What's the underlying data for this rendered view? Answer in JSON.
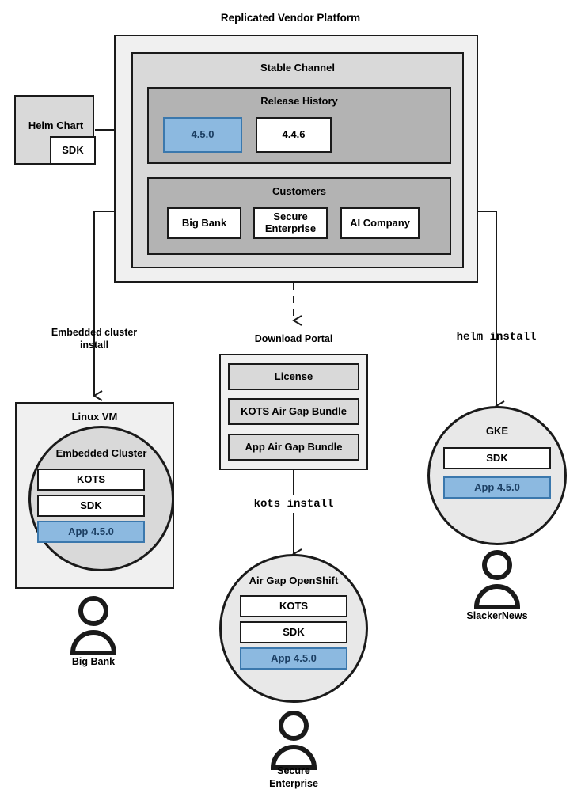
{
  "diagram": {
    "title": "Replicated Vendor Platform",
    "colors": {
      "accent_blue_fill": "#8cb9e0",
      "accent_blue_border": "#3b78ad",
      "accent_blue_text": "#1c3f63",
      "level1_grey": "#f0f0f0",
      "level2_grey": "#d9d9d9",
      "level3_grey": "#b3b3b3",
      "outline": "#1a1a1a",
      "white": "#ffffff"
    }
  },
  "helm_chart": {
    "title": "Helm Chart",
    "nested": "SDK"
  },
  "platform": {
    "channel": {
      "title": "Stable Channel",
      "release_history": {
        "title": "Release History",
        "releases": [
          {
            "version": "4.5.0",
            "highlighted": true
          },
          {
            "version": "4.4.6",
            "highlighted": false
          }
        ]
      },
      "customers": {
        "title": "Customers",
        "items": [
          {
            "name": "Big Bank"
          },
          {
            "name": "Secure\nEnterprise"
          },
          {
            "name": "AI Company"
          }
        ]
      }
    }
  },
  "flows": {
    "embedded_cluster_install": "Embedded cluster\ninstall",
    "download_portal": "Download Portal",
    "kots_install": "kots install",
    "helm_install": "helm install"
  },
  "linux_vm": {
    "title": "Linux VM",
    "cluster_title": "Embedded Cluster",
    "components": [
      {
        "label": "KOTS",
        "highlighted": false
      },
      {
        "label": "SDK",
        "highlighted": false
      },
      {
        "label": "App 4.5.0",
        "highlighted": true
      }
    ],
    "actor": "Big Bank"
  },
  "download_portal": {
    "title": "Download Portal",
    "items": [
      {
        "label": "License"
      },
      {
        "label": "KOTS Air Gap Bundle"
      },
      {
        "label": "App Air Gap Bundle"
      }
    ]
  },
  "airgap_openshift": {
    "title": "Air Gap OpenShift",
    "components": [
      {
        "label": "KOTS",
        "highlighted": false
      },
      {
        "label": "SDK",
        "highlighted": false
      },
      {
        "label": "App 4.5.0",
        "highlighted": true
      }
    ],
    "actor": "Secure\nEnterprise"
  },
  "gke": {
    "title": "GKE",
    "components": [
      {
        "label": "SDK",
        "highlighted": false
      },
      {
        "label": "App 4.5.0",
        "highlighted": true
      }
    ],
    "actor": "SlackerNews"
  }
}
